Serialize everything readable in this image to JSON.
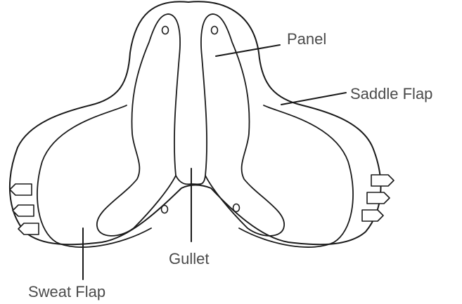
{
  "labels": {
    "panel": "Panel",
    "saddle_flap": "Saddle Flap",
    "gullet": "Gullet",
    "sweat_flap": "Sweat Flap"
  },
  "colors": {
    "line": "#1a1a1a",
    "text": "#4a4a4a",
    "background": "#ffffff"
  }
}
